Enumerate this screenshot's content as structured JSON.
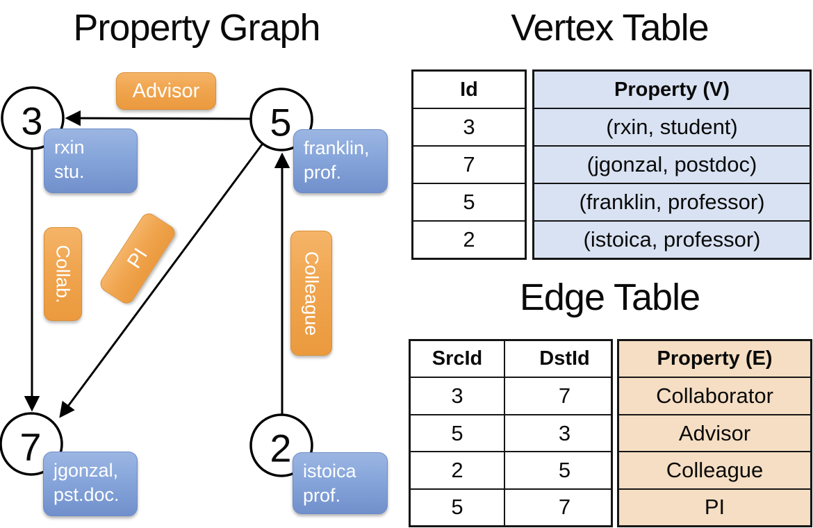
{
  "graph_panel": {
    "title": "Property Graph",
    "nodes": [
      {
        "id": "3",
        "property_lines": [
          "rxin",
          "stu."
        ]
      },
      {
        "id": "5",
        "property_lines": [
          "franklin,",
          "prof."
        ]
      },
      {
        "id": "7",
        "property_lines": [
          "jgonzal,",
          "pst.doc."
        ]
      },
      {
        "id": "2",
        "property_lines": [
          "istoica",
          "prof."
        ]
      }
    ],
    "edge_labels": {
      "advisor": "Advisor",
      "collab": "Collab.",
      "pi": "PI",
      "colleague": "Colleague"
    }
  },
  "vertex_table": {
    "title": "Vertex Table",
    "columns": [
      "Id",
      "Property (V)"
    ],
    "rows": [
      {
        "id": "3",
        "property": "(rxin, student)"
      },
      {
        "id": "7",
        "property": "(jgonzal, postdoc)"
      },
      {
        "id": "5",
        "property": "(franklin, professor)"
      },
      {
        "id": "2",
        "property": "(istoica, professor)"
      }
    ]
  },
  "edge_table": {
    "title": "Edge Table",
    "columns": [
      "SrcId",
      "DstId",
      "Property (E)"
    ],
    "rows": [
      {
        "src": "3",
        "dst": "7",
        "property": "Collaborator"
      },
      {
        "src": "5",
        "dst": "3",
        "property": "Advisor"
      },
      {
        "src": "2",
        "dst": "5",
        "property": "Colleague"
      },
      {
        "src": "5",
        "dst": "7",
        "property": "PI"
      }
    ]
  },
  "colors": {
    "edge_label_orange": "#F0A54F",
    "vertex_label_blue": "#7E9DD2",
    "vertex_property_cell_bg": "#D9E2F2",
    "edge_property_cell_bg": "#F5DEC3",
    "line_black": "#000000"
  }
}
